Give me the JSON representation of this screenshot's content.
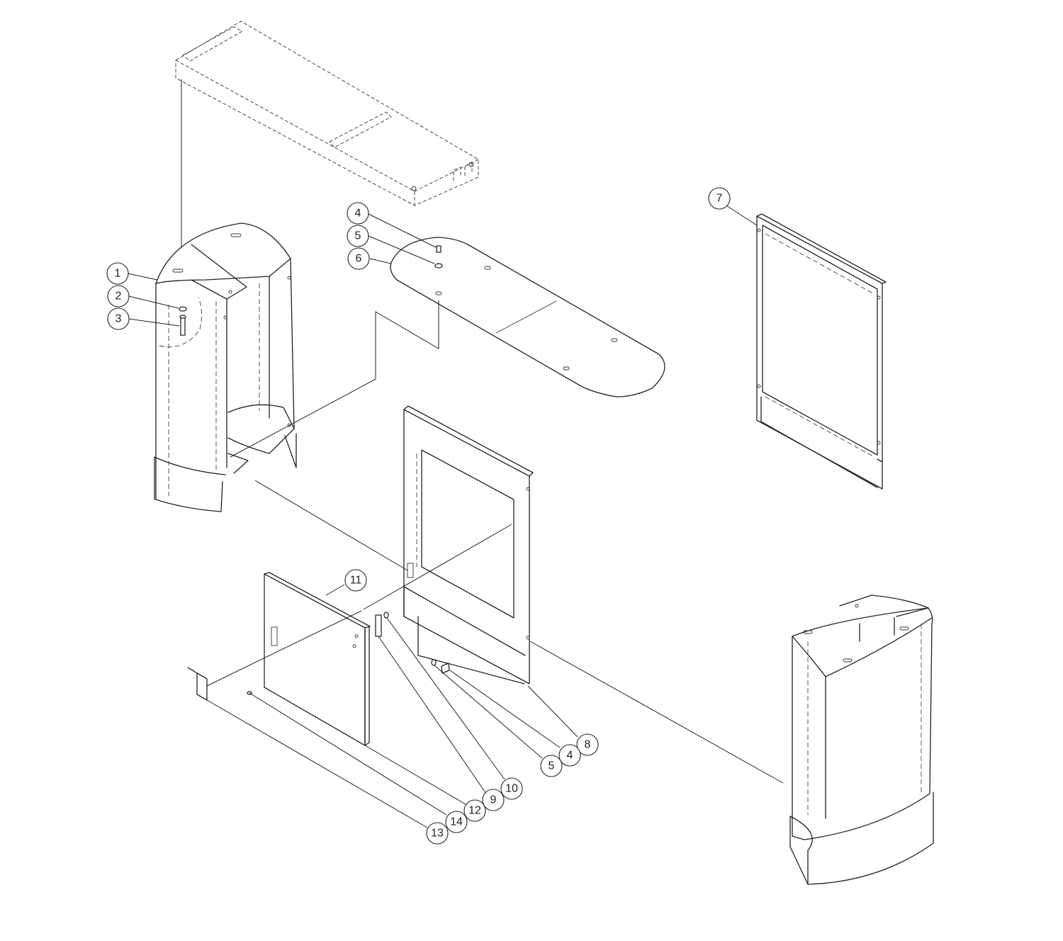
{
  "callouts": [
    {
      "id": "c1",
      "label": "1"
    },
    {
      "id": "c2",
      "label": "2"
    },
    {
      "id": "c3",
      "label": "3"
    },
    {
      "id": "c4a",
      "label": "4"
    },
    {
      "id": "c5a",
      "label": "5"
    },
    {
      "id": "c6",
      "label": "6"
    },
    {
      "id": "c7",
      "label": "7"
    },
    {
      "id": "c11",
      "label": "11"
    },
    {
      "id": "c8",
      "label": "8"
    },
    {
      "id": "c4b",
      "label": "4"
    },
    {
      "id": "c5b",
      "label": "5"
    },
    {
      "id": "c10",
      "label": "10"
    },
    {
      "id": "c9",
      "label": "9"
    },
    {
      "id": "c12",
      "label": "12"
    },
    {
      "id": "c14",
      "label": "14"
    },
    {
      "id": "c13",
      "label": "13"
    }
  ]
}
